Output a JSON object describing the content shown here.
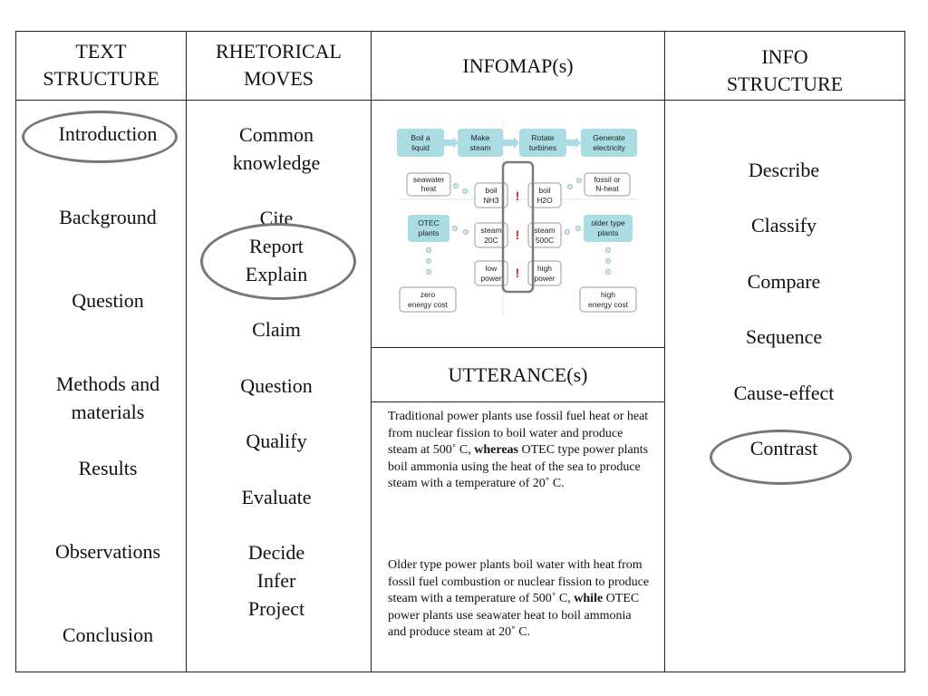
{
  "headers": {
    "text_structure": [
      "TEXT",
      "STRUCTURE"
    ],
    "rhetorical_moves": [
      "RHETORICAL",
      "MOVES"
    ],
    "infomap": "INFOMAP(s)",
    "info_structure": [
      "INFO",
      "STRUCTURE"
    ],
    "utterance": "UTTERANCE(s)"
  },
  "text_structure": [
    "Introduction",
    "Background",
    "Question",
    "Methods and",
    "materials",
    "Results",
    "Observations",
    "Conclusion"
  ],
  "rhetorical_moves": [
    "Common",
    "knowledge",
    "Cite",
    "Report",
    "Explain",
    "Claim",
    "Question",
    "Qualify",
    "Evaluate",
    "Decide",
    "Infer",
    "Project"
  ],
  "info_structure": [
    "Describe",
    "Classify",
    "Compare",
    "Sequence",
    "Cause-effect",
    "Contrast"
  ],
  "infomap": {
    "process": [
      [
        "Boil a",
        "liquid"
      ],
      [
        "Make",
        "steam"
      ],
      [
        "Rotate",
        "turbines"
      ],
      [
        "Generate",
        "electricity"
      ]
    ],
    "left_top": [
      "seawater",
      "heat"
    ],
    "left_mid": [
      "OTEC",
      "plants"
    ],
    "left_bottom": [
      "zero",
      "energy cost"
    ],
    "center_left": [
      [
        "boil",
        "NH3"
      ],
      [
        "steam",
        "20C"
      ],
      [
        "low",
        "power"
      ]
    ],
    "center_right": [
      [
        "boil",
        "H2O"
      ],
      [
        "steam",
        "500C"
      ],
      [
        "high",
        "power"
      ]
    ],
    "right_top": [
      "fossil or",
      "N-heat"
    ],
    "right_mid": [
      "older type",
      "plants"
    ],
    "right_bottom": [
      "high",
      "energy cost"
    ],
    "contrast_mark": "!"
  },
  "utterances": {
    "u1": {
      "p1": "Traditional power plants use fossil fuel heat or heat from nuclear fission to boil water and produce steam at 500˚ C,",
      "bold": "whereas",
      "p2": " OTEC type power plants boil ammonia using the heat of the sea to produce steam with a temperature of 20˚ C."
    },
    "u2": {
      "p1": "Older type power plants boil water with heat from fossil fuel combustion or nuclear fission to produce steam with a temperature of 500˚ C, ",
      "bold": "while",
      "p2": " OTEC power plants use seawater heat to boil ammonia and produce steam at 20˚ C."
    }
  },
  "colors": {
    "teal": "#a9dde3",
    "teal_dot": "#b5dde1",
    "ellipse": "#777777",
    "red": "#e0262b"
  }
}
